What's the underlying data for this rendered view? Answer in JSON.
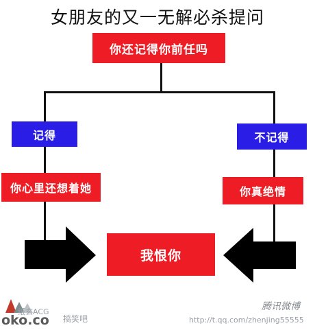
{
  "title": "女朋友的又一无解必杀提问",
  "question": "你还记得你前任吗",
  "left_branch": {
    "answer": "记得",
    "response": "你心里还想着她"
  },
  "right_branch": {
    "answer": "不记得",
    "response": "你真绝情"
  },
  "outcome": "我恨你",
  "watermarks": {
    "left_logo": "oko.co",
    "left_brand": "纸玄ACG",
    "left_site": "搞笑吧",
    "right_brand": "腾讯微博",
    "right_url": "http://t.qq.com/zhenjing55555"
  },
  "colors": {
    "red_box": "#ee1c24",
    "blue_box": "#2a1ee6",
    "lines": "#111111"
  }
}
